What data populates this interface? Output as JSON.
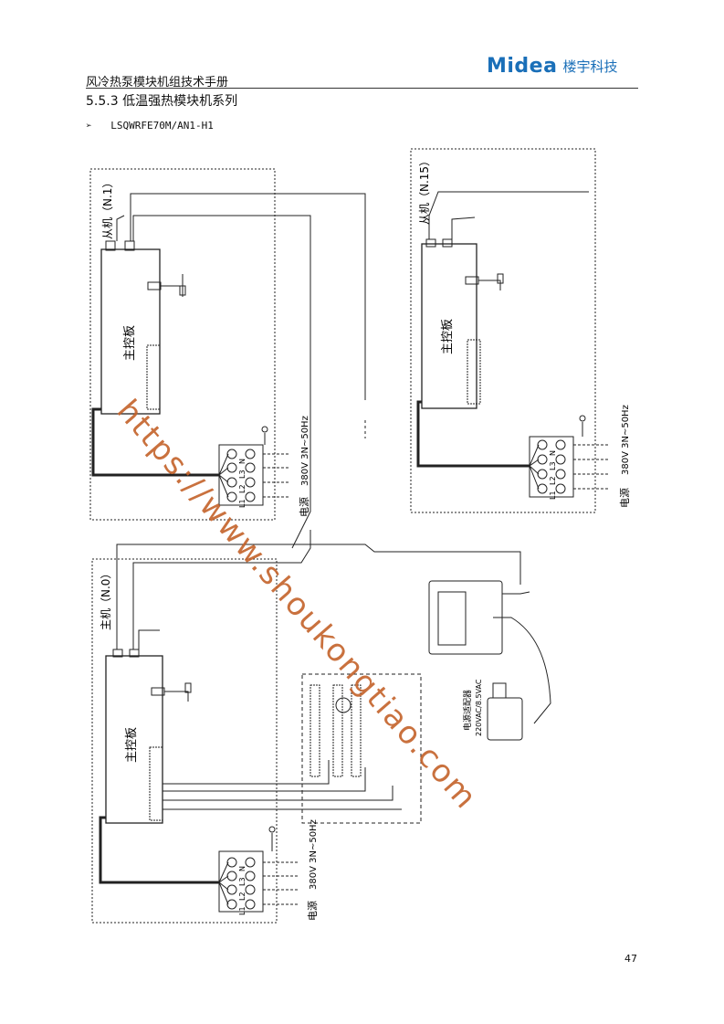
{
  "header": {
    "doc_title": "风冷热泵模块机组技术手册",
    "brand_logo": "Midea",
    "brand_cn": "楼宇科技"
  },
  "section_title": "5.5.3 低温强热模块机系列",
  "model": {
    "bullet": "➢",
    "name": "LSQWRFE70M/AN1-H1"
  },
  "units": {
    "slave1": {
      "title": "从机（N.1）",
      "board": "主控板"
    },
    "slave15": {
      "title": "从机（N.15）",
      "board": "主控板"
    },
    "master": {
      "title": "主机（N.0）",
      "board": "主控板"
    }
  },
  "power": {
    "label": "电源",
    "spec": "380V 3N~50Hz",
    "terminals": [
      "L1",
      "L2",
      "L3",
      "N"
    ]
  },
  "adapter": {
    "label": "电源适配器",
    "spec": "220VAC/8.5VAC"
  },
  "page_number": "47",
  "watermark": "https://www.shoukongtiao.com"
}
